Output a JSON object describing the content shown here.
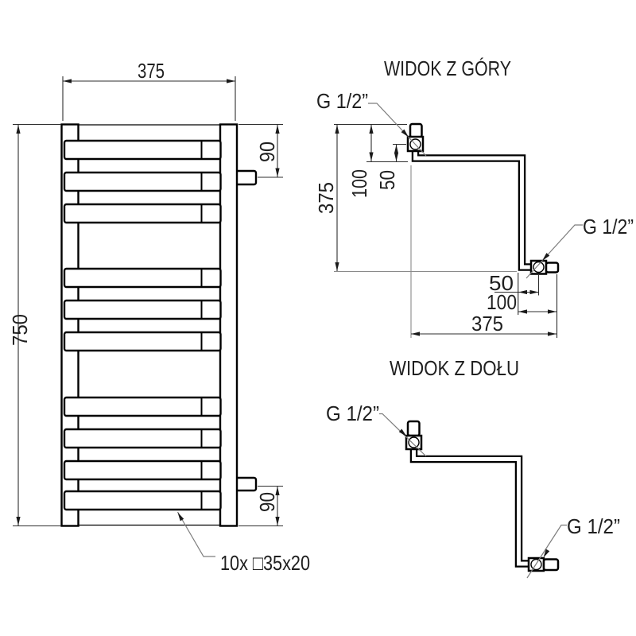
{
  "front_view": {
    "width_dim": "375",
    "height_dim": "750",
    "top_connection_offset_dim": "90",
    "bottom_connection_offset_dim": "90",
    "rungs_label": "10x □35x20",
    "rung_count": 10
  },
  "top_view": {
    "title": "WIDOK Z GÓRY",
    "top_connection_label": "G 1/2”",
    "bottom_connection_label": "G 1/2”",
    "depth_dim": "375",
    "top_stub_length_dim": "100",
    "top_valve_offset_dim": "50",
    "bottom_valve_offset_dim": "50",
    "bottom_stub_length_dim": "100",
    "width_dim": "375"
  },
  "bottom_view": {
    "title": "WIDOK Z DOŁU",
    "top_connection_label": "G 1/2”",
    "bottom_connection_label": "G 1/2”"
  },
  "colors": {
    "outline": "#000000",
    "dimension_line": "#2e2e2e",
    "leader_line": "#7d7d7d",
    "background": "#ffffff"
  }
}
